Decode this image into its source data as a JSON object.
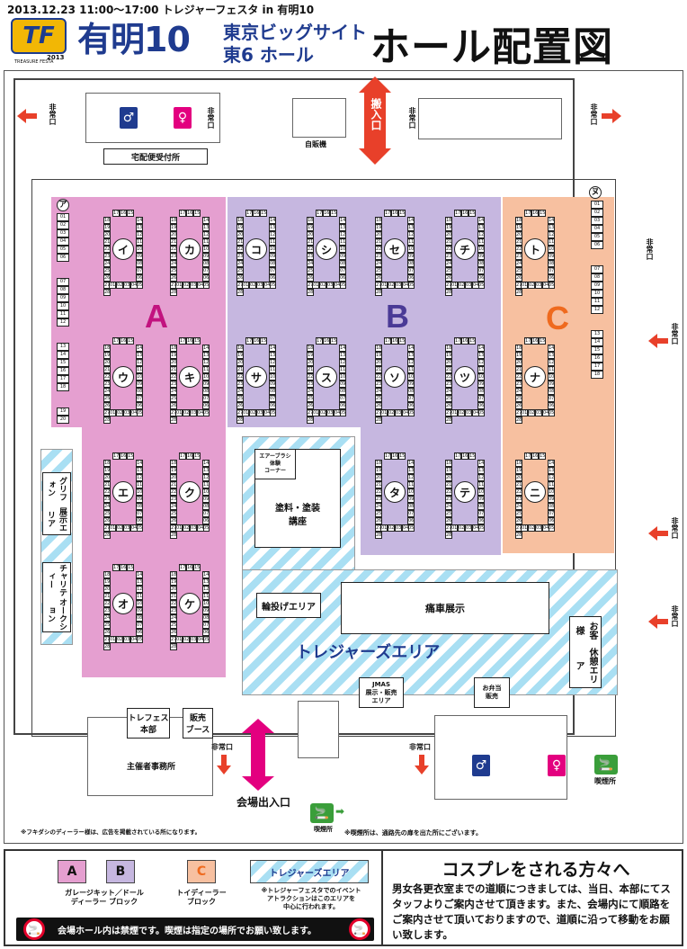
{
  "header": {
    "date": "2013.12.23  11:00〜17:00  トレジャーフェスタ in 有明10",
    "logo_mark": "TF",
    "logo_year": "2013",
    "logo_sub": "TREASURE FESTA",
    "ariake": "有明10",
    "venue_line1": "東京ビッグサイト",
    "venue_line2": "東6 ホール",
    "title": "ホール配置図"
  },
  "map": {
    "loading_entrance": "搬入口",
    "takuhaibin": "宅配便受付所",
    "vending": "自販機",
    "emergency_exit": "非常口",
    "block_a": "A",
    "block_b": "B",
    "block_c": "C",
    "clusters": [
      {
        "id": "イ"
      },
      {
        "id": "カ"
      },
      {
        "id": "コ"
      },
      {
        "id": "シ"
      },
      {
        "id": "セ"
      },
      {
        "id": "チ"
      },
      {
        "id": "ト"
      },
      {
        "id": "ウ"
      },
      {
        "id": "キ"
      },
      {
        "id": "サ"
      },
      {
        "id": "ス"
      },
      {
        "id": "ソ"
      },
      {
        "id": "ツ"
      },
      {
        "id": "ナ"
      },
      {
        "id": "エ"
      },
      {
        "id": "ク"
      },
      {
        "id": "タ"
      },
      {
        "id": "テ"
      },
      {
        "id": "ニ"
      },
      {
        "id": "オ"
      },
      {
        "id": "ケ"
      }
    ],
    "cluster_top_numbers": [
      "17",
      "16",
      "15"
    ],
    "cluster_left_numbers": [
      "18",
      "19",
      "20",
      "21",
      "22",
      "23",
      "24",
      "25",
      "26",
      "27",
      "28"
    ],
    "cluster_right_numbers": [
      "14",
      "13",
      "12",
      "11",
      "10",
      "09",
      "08",
      "07",
      "06",
      "05"
    ],
    "cluster_bottom_numbers": [
      "01",
      "02",
      "03",
      "04"
    ],
    "wall_a_label": "ア",
    "wall_a_numbers": [
      "01",
      "02",
      "03",
      "04",
      "05",
      "06",
      "07",
      "08",
      "09",
      "10",
      "11",
      "12",
      "13",
      "14",
      "15",
      "16",
      "17",
      "18",
      "19",
      "20"
    ],
    "wall_nu_label": "ヌ",
    "wall_nu_numbers": [
      "01",
      "02",
      "03",
      "04",
      "05",
      "06",
      "07",
      "08",
      "09",
      "10",
      "11",
      "12",
      "13",
      "14",
      "15",
      "16",
      "17",
      "18"
    ],
    "gallery_area": "展示エリア",
    "griffon": "グリフォン",
    "charity": "チャリティー",
    "auction": "オークション",
    "airbrush_line1": "エアーブラシ",
    "airbrush_line2": "体験",
    "airbrush_line3": "コーナー",
    "paint_line1": "塗料・塗装",
    "paint_line2": "講座",
    "rinnage": "輪投げエリア",
    "itasha": "痛車展示",
    "treasures_area": "トレジャーズエリア",
    "rest_line1": "お客様",
    "rest_line2": "休憩エリア",
    "jmas_line1": "JMAS",
    "jmas_line2": "展示・販売",
    "jmas_line3": "エリア",
    "bento_line1": "お弁当",
    "bento_line2": "販売",
    "trefes_hq_line1": "トレフェス",
    "trefes_hq_line2": "本部",
    "booth_line1": "販売",
    "booth_line2": "ブース",
    "organizer_office": "主催者事務所",
    "main_entrance": "会場出入口",
    "smoking_area": "喫煙所",
    "note_fukidashi": "※フキダシのディーラー様は、広告を掲載されている所になります。",
    "note_smoking": "※喫煙所は、通路先の扉を出た所にございます。"
  },
  "legend": {
    "a_letter": "A",
    "b_letter": "B",
    "ab_line1": "ガレージキット／ドール",
    "ab_line2": "ディーラー ブロック",
    "c_letter": "C",
    "c_line1": "トイディーラー",
    "c_line2": "ブロック",
    "treasure_label": "トレジャーズエリア",
    "treasure_note1": "※トレジャーフェスタでのイベント",
    "treasure_note2": "アトラクションはこのエリアを",
    "treasure_note3": "中心に行われます。",
    "no_smoking": "会場ホール内は禁煙です。喫煙は指定の場所でお願い致します。",
    "cosplay_title": "コスプレをされる方々へ",
    "cosplay_text": "男女各更衣室までの道順につきましては、当日、本部にてスタッフよりご案内させて頂きます。また、会場内にて順路をご案内させて頂いておりますので、道順に沿って移動をお願い致します。"
  },
  "colors": {
    "block_a": "#e59fd0",
    "block_b": "#c6b7e0",
    "block_c": "#f7c0a0",
    "title_blue": "#1f3b8f",
    "arrow_red": "#e8402a",
    "arrow_pink": "#e3007f",
    "stripe_blue": "#a9dff3"
  }
}
